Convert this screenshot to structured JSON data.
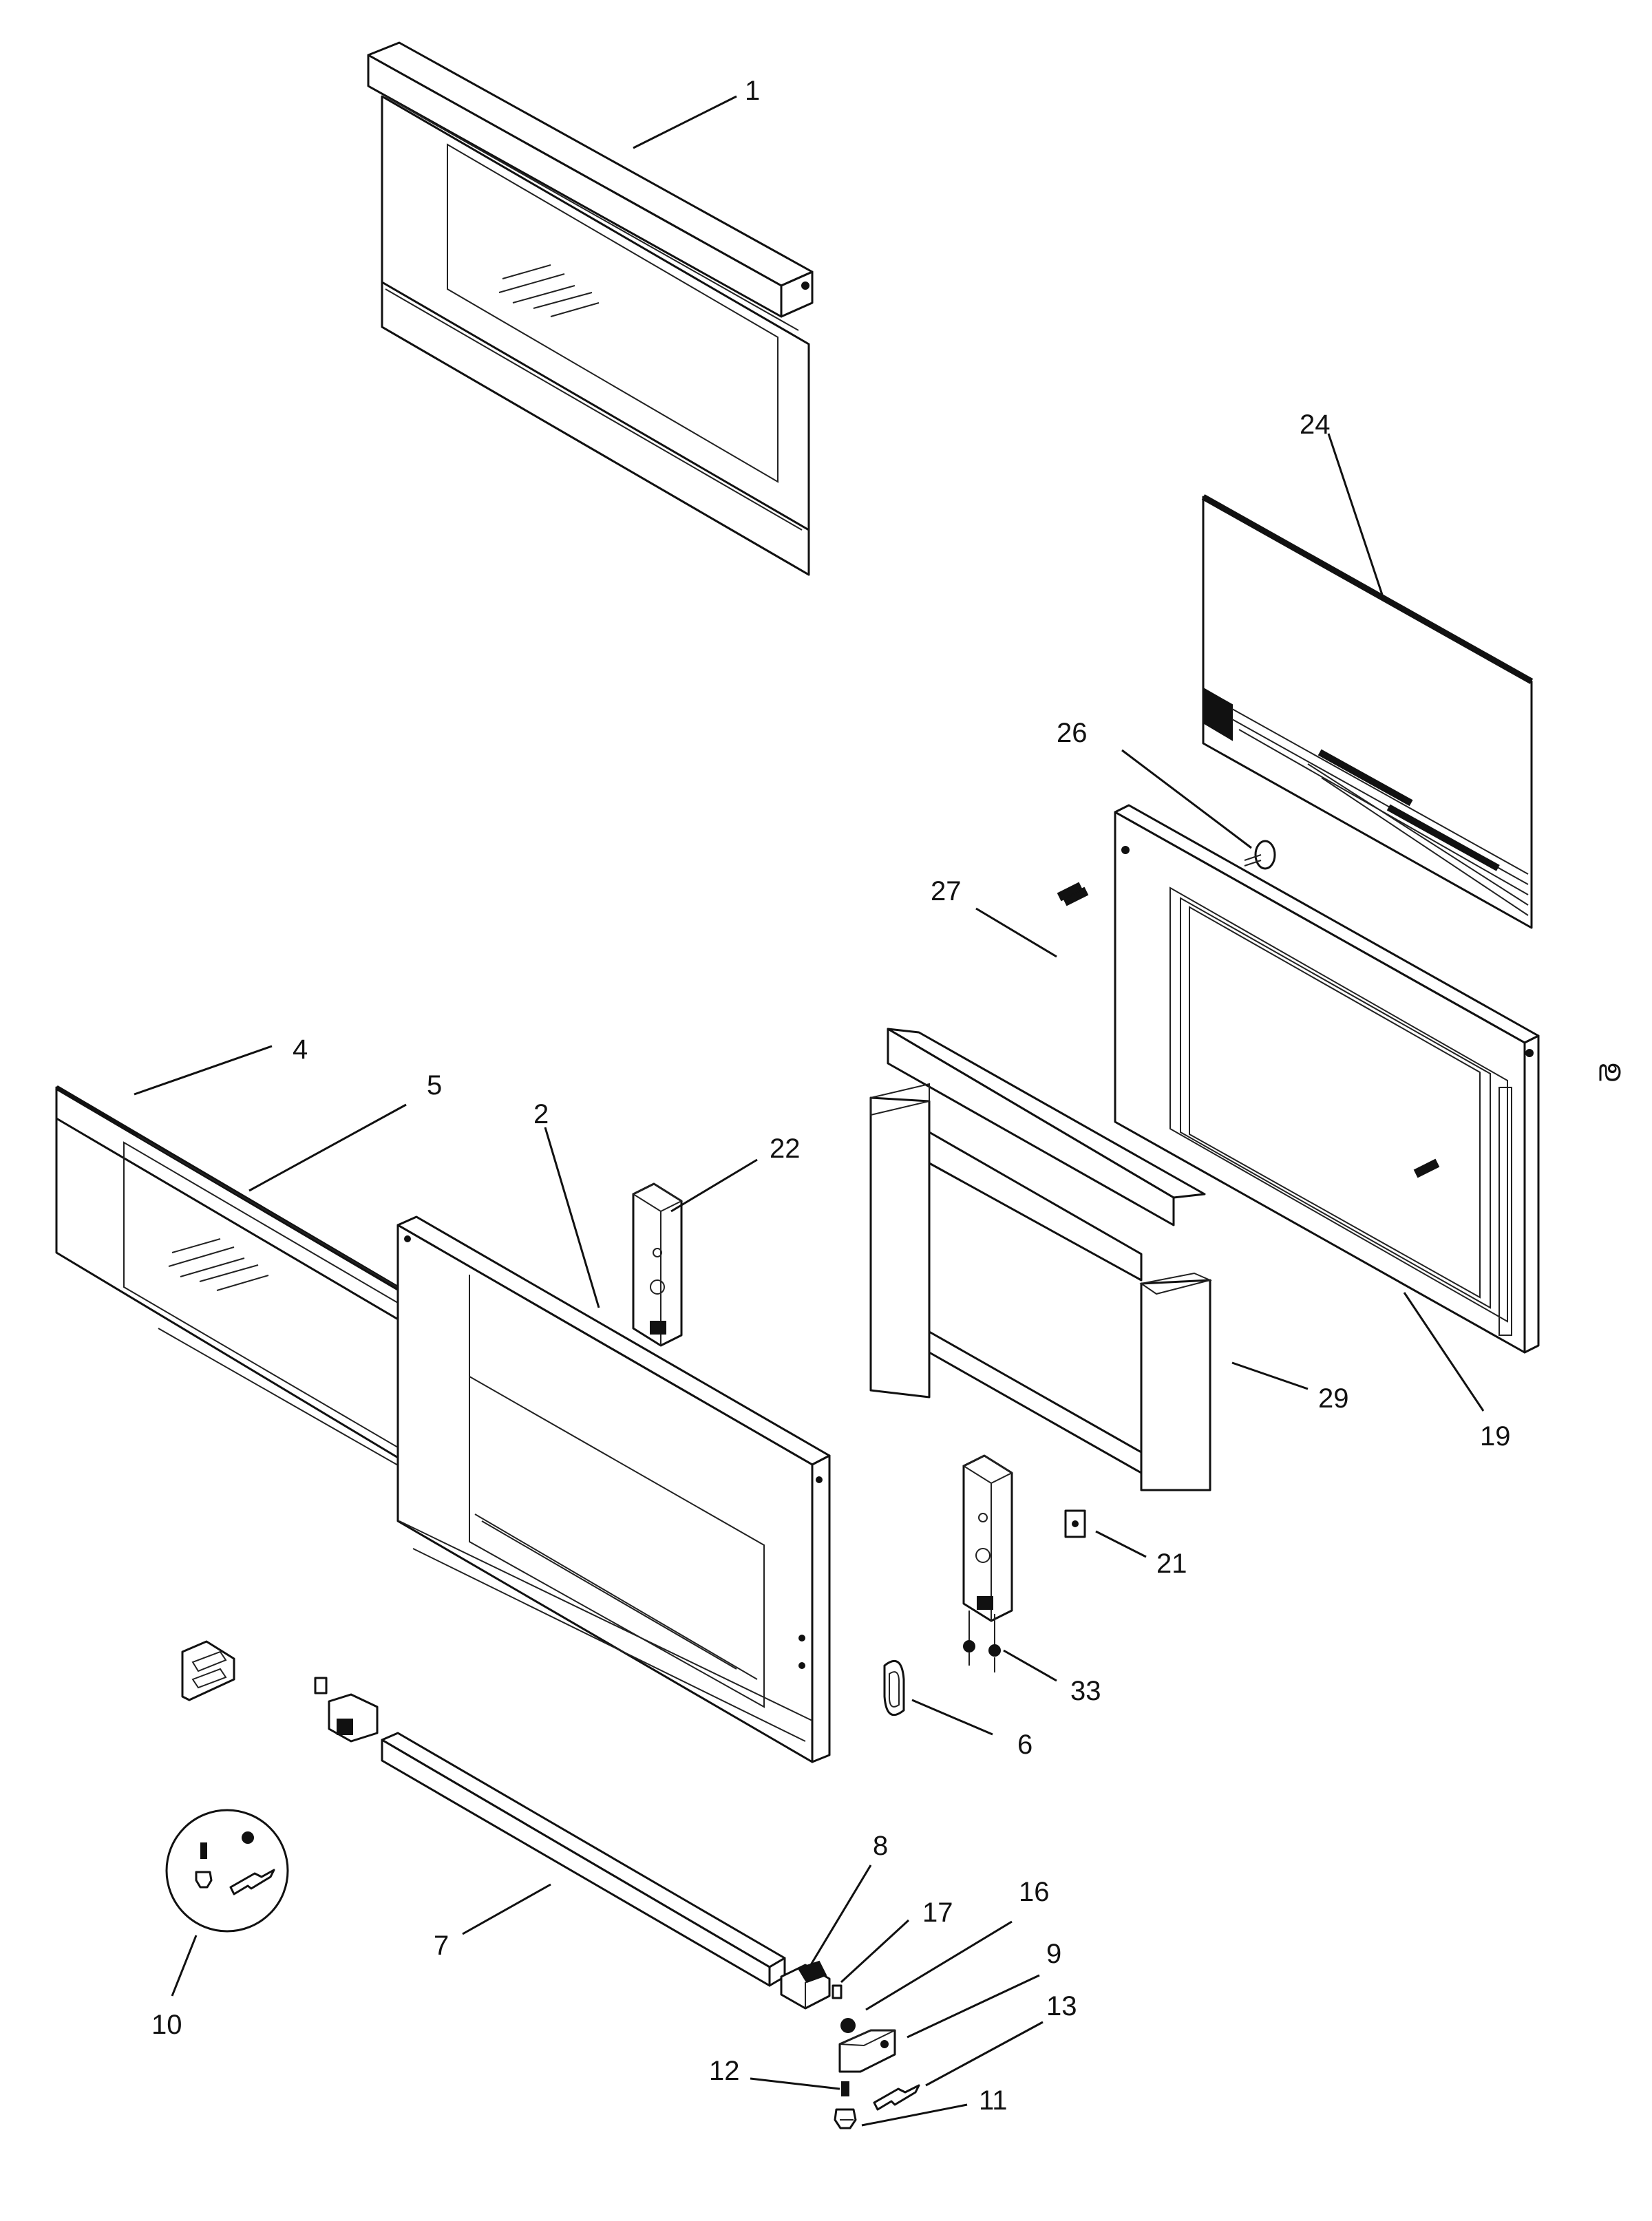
{
  "callouts": [
    {
      "id": "1",
      "text": "1"
    },
    {
      "id": "2",
      "text": "2"
    },
    {
      "id": "4",
      "text": "4"
    },
    {
      "id": "5",
      "text": "5"
    },
    {
      "id": "6",
      "text": "6"
    },
    {
      "id": "7",
      "text": "7"
    },
    {
      "id": "8",
      "text": "8"
    },
    {
      "id": "9",
      "text": "9"
    },
    {
      "id": "10",
      "text": "10"
    },
    {
      "id": "11",
      "text": "11"
    },
    {
      "id": "12",
      "text": "12"
    },
    {
      "id": "13",
      "text": "13"
    },
    {
      "id": "16",
      "text": "16"
    },
    {
      "id": "17",
      "text": "17"
    },
    {
      "id": "19",
      "text": "19"
    },
    {
      "id": "21",
      "text": "21"
    },
    {
      "id": "22",
      "text": "22"
    },
    {
      "id": "24",
      "text": "24"
    },
    {
      "id": "26",
      "text": "26"
    },
    {
      "id": "27",
      "text": "27"
    },
    {
      "id": "29",
      "text": "29"
    },
    {
      "id": "33",
      "text": "33"
    }
  ],
  "corner_mark": "ഉ"
}
